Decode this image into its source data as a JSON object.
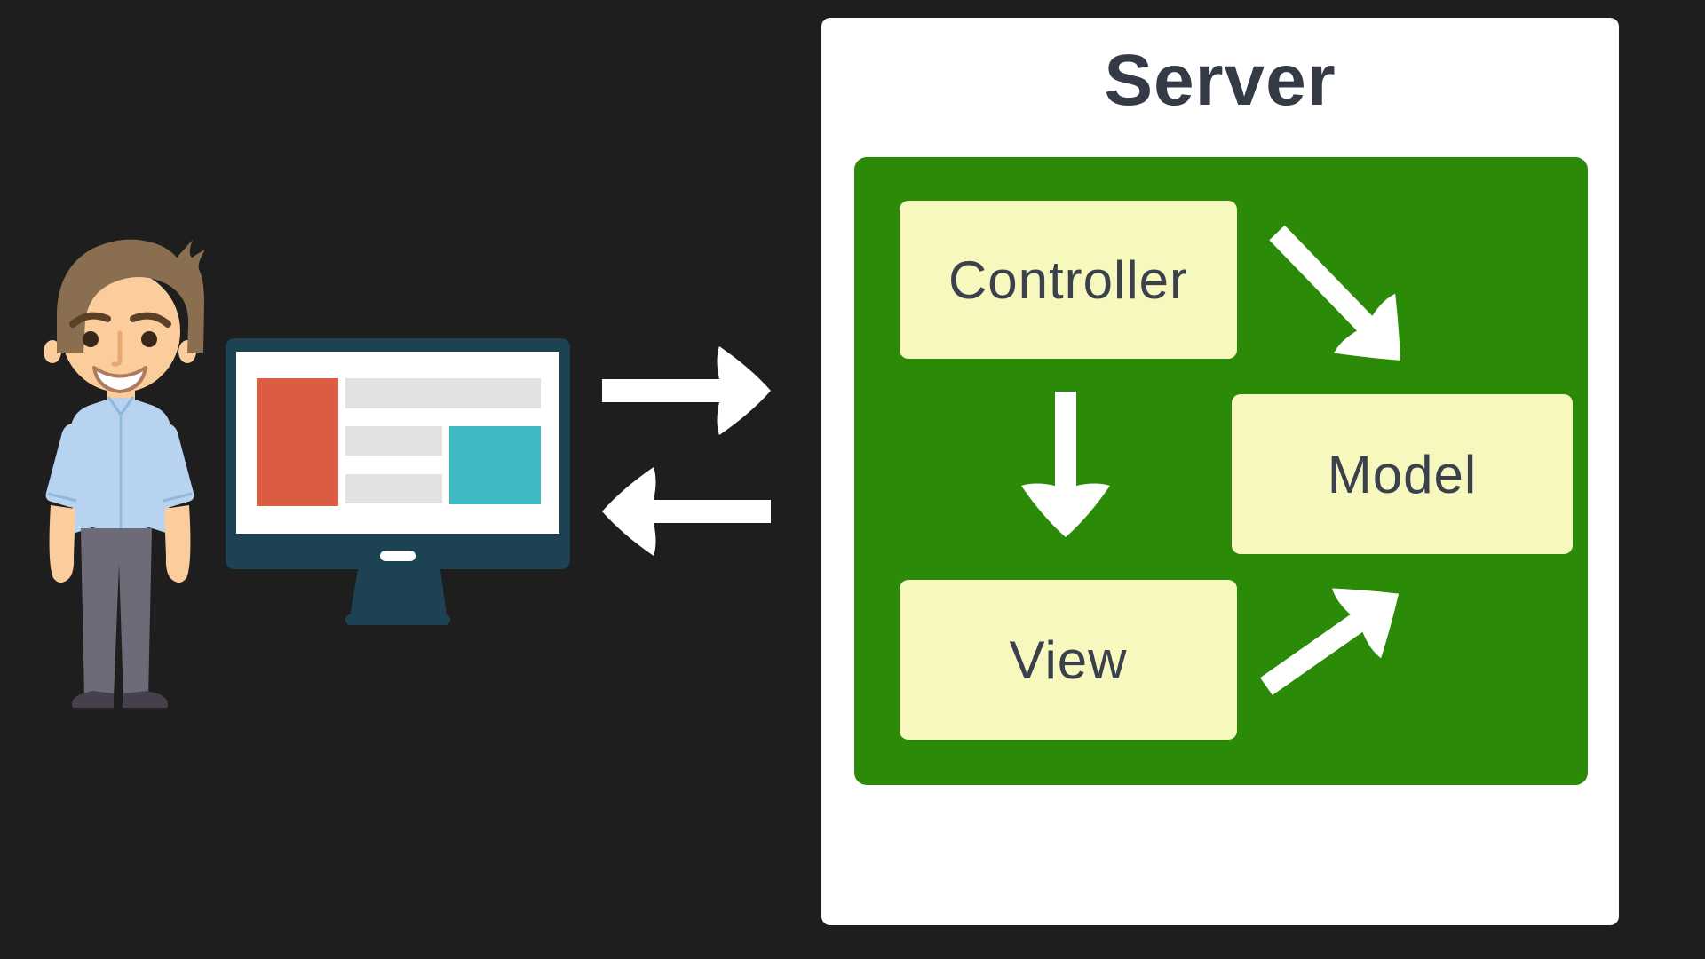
{
  "page": {
    "background": "#1e1e1e"
  },
  "client": {
    "person_icon": "standing-man-illustration",
    "monitor_icon": "desktop-computer-illustration",
    "colors": {
      "skin": "#fbcd9c",
      "hair": "#8a6e50",
      "brow": "#5a4026",
      "eyes": "#38281c",
      "nose": "#e9a873",
      "mouth_outline": "#b07a5e",
      "shirt": "#b7d3ef",
      "shirt_line": "#8fb8dc",
      "pants": "#6d6b77",
      "shoes": "#46404c",
      "monitor_frame": "#1d4254",
      "screen": "#ffffff",
      "red_block": "#da5c41",
      "teal_block": "#3fbac2",
      "gray_block": "#e2e2e2"
    }
  },
  "flows": {
    "color": "#ffffff",
    "client_to_server": "arrow-right",
    "server_to_client": "arrow-left",
    "controller_to_model": "arrow-down-right",
    "controller_to_view": "arrow-down",
    "view_to_model": "arrow-up-right"
  },
  "server": {
    "title": "Server",
    "panel_bg": "#ffffff",
    "board_bg": "#2b8a07",
    "node_bg": "#f7f8bd",
    "title_color": "#343b47",
    "node_text_color": "#3a414c",
    "nodes": [
      {
        "id": "controller",
        "label": "Controller"
      },
      {
        "id": "model",
        "label": "Model"
      },
      {
        "id": "view",
        "label": "View"
      }
    ]
  }
}
